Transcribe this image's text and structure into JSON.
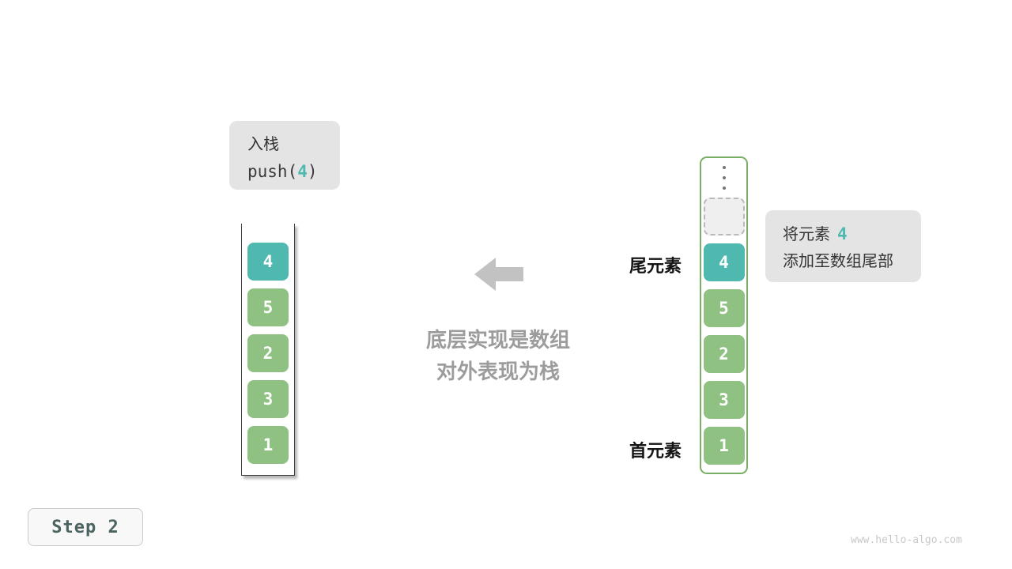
{
  "colors": {
    "teal": "#4FB9B0",
    "green": "#8FC183",
    "array_border_green": "#79AE66",
    "bubble_bg": "#E4E4E4",
    "arrow_gray": "#C2C2C2",
    "caption_gray": "#9C9C9C"
  },
  "push_label": {
    "title": "入栈",
    "code_prefix": "push(",
    "code_arg": "4",
    "code_suffix": ")"
  },
  "stack_view": {
    "cells": [
      {
        "value": "4",
        "highlight": true
      },
      {
        "value": "5",
        "highlight": false
      },
      {
        "value": "2",
        "highlight": false
      },
      {
        "value": "3",
        "highlight": false
      },
      {
        "value": "1",
        "highlight": false
      }
    ]
  },
  "array_view": {
    "ellipsis_icon": "vertical-ellipsis",
    "empty_slot": true,
    "cells": [
      {
        "value": "4",
        "highlight": true
      },
      {
        "value": "5",
        "highlight": false
      },
      {
        "value": "2",
        "highlight": false
      },
      {
        "value": "3",
        "highlight": false
      },
      {
        "value": "1",
        "highlight": false
      }
    ]
  },
  "markers": {
    "tail": "尾元素",
    "head": "首元素"
  },
  "center_caption": {
    "line1": "底层实现是数组",
    "line2": "对外表现为栈"
  },
  "note": {
    "line1_text": "将元素",
    "line1_arg": "4",
    "line2_text": "添加至数组尾部"
  },
  "footer": {
    "step_label": "Step 2",
    "watermark": "www.hello-algo.com"
  }
}
